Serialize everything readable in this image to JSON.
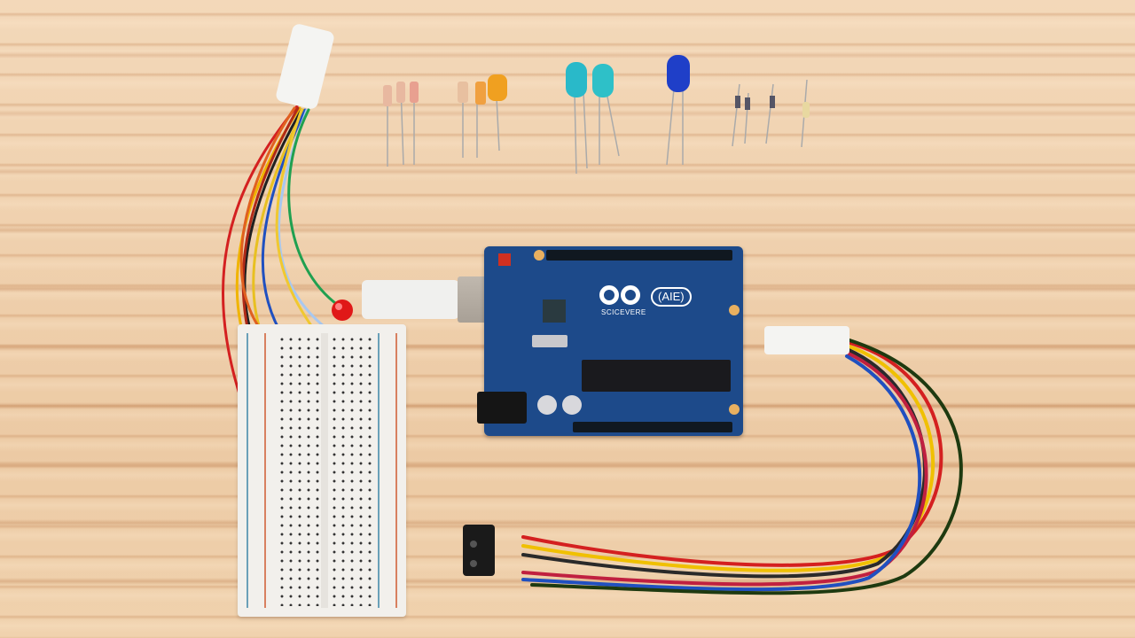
{
  "scene": {
    "description": "Arduino Uno board with breadboard, LEDs, resistors, jumper wires, USB cable and IR sensor on a light pine wood surface",
    "background": "light-pine-wood",
    "colors": {
      "wood_light": "#f3d8b9",
      "wood_grain": "#d29a66",
      "pcb_blue": "#1d4a8a",
      "breadboard": "#f2f0ec",
      "led_cyan": "#29b9c9",
      "led_blue": "#1f3fc8",
      "led_amber": "#f0a020",
      "led_red": "#e01818"
    }
  },
  "arduino": {
    "logo": "infinity-logo",
    "label": "(AIE)",
    "sublabel": "SCICEVERE"
  },
  "components": {
    "resistors_group_1": "resistors",
    "resistors_group_2": "resistors-and-amber-led",
    "cyan_leds": "2 cyan LEDs",
    "blue_led": "1 blue LED",
    "small_parts": "small diodes/resistors"
  },
  "breadboard": {
    "type": "half-size breadboard"
  },
  "cables": {
    "usb": "USB-B cable",
    "ribbon_left": "multicolor jumper wire bundle",
    "ribbon_right": "multicolor wire harness"
  },
  "sensor": {
    "type": "IR sensor module"
  }
}
